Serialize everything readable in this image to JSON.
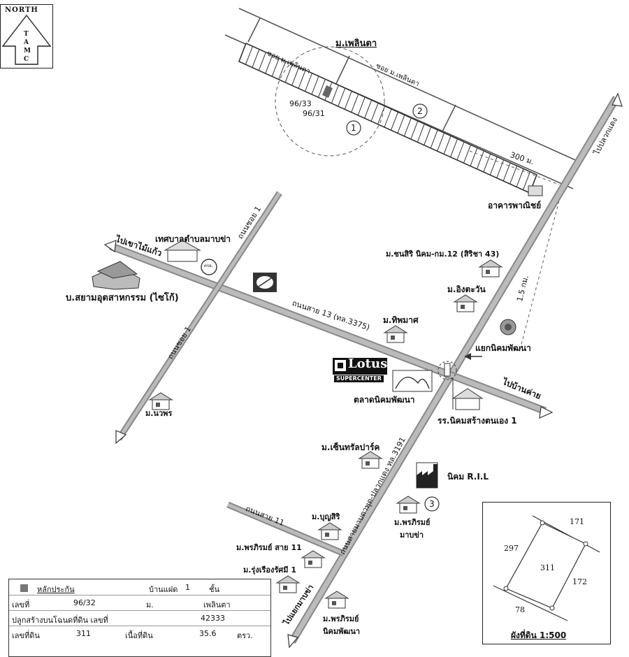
{
  "north": {
    "title": "NORTH",
    "letters": [
      "T",
      "A",
      "M",
      "C"
    ]
  },
  "village_top": {
    "name": "ม.เพลินตา",
    "soi_left": "ซอย ม.เพลินตา",
    "soi_right": "ซอย ม.เพลินตา"
  },
  "house_numbers": [
    "96/33",
    "96/31"
  ],
  "markers": [
    "1",
    "2",
    "3"
  ],
  "distances": {
    "top": "300 ม.",
    "right": "1.5 กม."
  },
  "direction_labels": {
    "to_pluak_daeng": "ไปปลวกแดง",
    "to_khao_mai_kaeo": "ไปเขาไม้แก้ว",
    "to_ban_khai": "ไปบ้านค่าย",
    "to_map_kha": "ไปแยกมาบข่า"
  },
  "roads": {
    "soi1_top": "ถนนซอย 1",
    "soi1_bottom": "ถนนซอย 1",
    "sai13": "ถนนสาย 13 (ทล.3375)",
    "sai11": "ถนนสาย 11",
    "main": "ถนนสายมาบตาพุด-ปลวกแดง ทล.3191"
  },
  "places": {
    "commercial": "อาคารพาณิชย์",
    "municipality": "เทศบาลตำบลมาบข่า",
    "siam_industry": "บ.สยามอุตสาหกรรม (ไซโก้)",
    "chansiri": "ม.ชนสิริ นิคม-กม.12 (สิริชา 43)",
    "ingtawan": "ม.อิงตะวัน",
    "thipmas": "ม.ทิพมาศ",
    "yaek": "แยกนิคมพัฒนา",
    "lotus_brand": "Lotus",
    "lotus_sub": "SUPERCENTER",
    "market": "ตลาดนิคมพัฒนา",
    "school": "รร.นิคมสร้างตนเอง 1",
    "nawaporn": "ม.นวพร",
    "central_park": "ม.เซ็นทรัลปาร์ค",
    "ril": "นิคม R.I.L",
    "prarom_mapkha_1": "ม.พรภิรมย์",
    "prarom_mapkha_2": "มาบข่า",
    "boonsiri": "ม.บุญสิริ",
    "prarom_sai11": "ม.พรภิรมย์ สาย 11",
    "rungruang": "ม.รุ่งเรืองรัศมี 1",
    "prarom_nikom_1": "ม.พรภิรมย์",
    "prarom_nikom_2": "นิคมพัฒนา",
    "ptt_sign": "ตรอ."
  },
  "info_table": {
    "legend": "หลักประกัน",
    "type_label": "บ้านแฝด",
    "floors": "1",
    "floor_unit": "ชั้น",
    "no_label": "เลขที่",
    "no_value": "96/32",
    "village_label": "ม.",
    "village_value": "เพลินตา",
    "deed_label": "ปลูกสร้างบนโฉนดที่ดิน เลขที่",
    "deed_value": "42333",
    "land_no_label": "เลขที่ดิน",
    "land_no_value": "311",
    "area_label": "เนื้อที่ดิน",
    "area_value": "35.6",
    "area_unit": "ตรว."
  },
  "plot_diagram": {
    "center": "311",
    "neighbors": [
      "171",
      "297",
      "172",
      "78"
    ],
    "caption": "ผังที่ดิน 1:500"
  }
}
